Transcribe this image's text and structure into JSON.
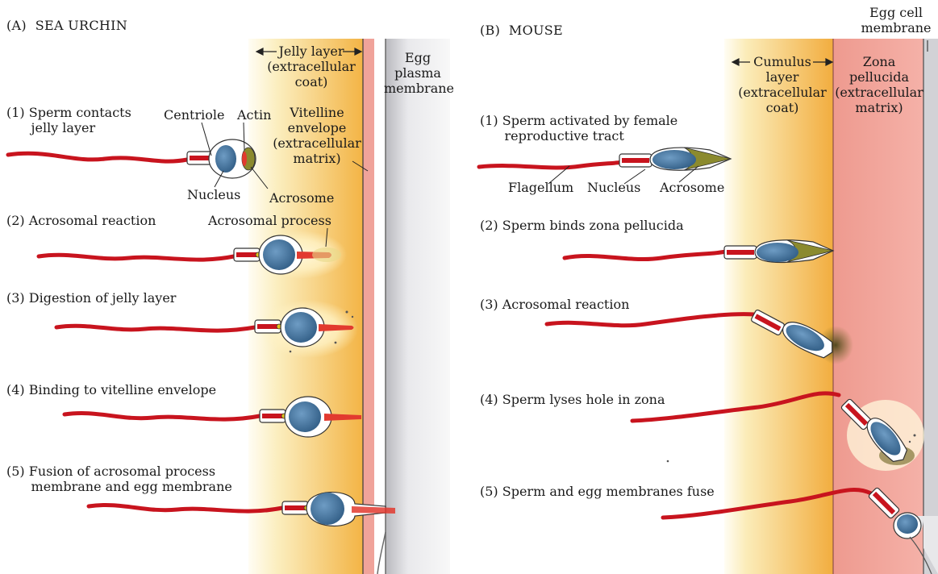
{
  "panel_a": {
    "title": "(A)  SEA URCHIN",
    "jelly_layer": "Jelly layer\n(extracellular\ncoat)",
    "vitelline": "Vitelline\nenvelope\n(extracellular\nmatrix)",
    "egg_plasma": "Egg\nplasma\nmembrane",
    "steps": [
      "(1) Sperm contacts\n      jelly layer",
      "(2) Acrosomal reaction",
      "(3) Digestion of jelly layer",
      "(4) Binding to vitelline envelope",
      "(5) Fusion of acrosomal process\n      membrane and egg membrane"
    ],
    "parts": {
      "centriole": "Centriole",
      "actin": "Actin",
      "nucleus": "Nucleus",
      "acrosome": "Acrosome",
      "acrosomal_process": "Acrosomal process"
    }
  },
  "panel_b": {
    "title": "(B)  MOUSE",
    "egg_cell_membrane": "Egg cell\nmembrane",
    "cumulus": "Cumulus\nlayer\n(extracellular\ncoat)",
    "zona": "Zona\npellucida\n(extracellular\nmatrix)",
    "steps": [
      "(1) Sperm activated by female\n      reproductive tract",
      "(2) Sperm binds zona pellucida",
      "(3) Acrosomal reaction",
      "(4) Sperm lyses hole in zona",
      "(5) Sperm and egg membranes fuse"
    ],
    "parts": {
      "flagellum": "Flagellum",
      "nucleus": "Nucleus",
      "acrosome": "Acrosome"
    }
  },
  "colors": {
    "jelly_gradient_light": "#fbf0c8",
    "jelly_gradient_dark": "#f2b54a",
    "vitelline": "#f1a9a1",
    "egg_gray": "#c9c9ce",
    "zona_pink": "#f2a39a",
    "tail_red": "#c8141e",
    "nucleus_blue": "#3e6e97",
    "acrosome_olive": "#8b8a2e"
  }
}
